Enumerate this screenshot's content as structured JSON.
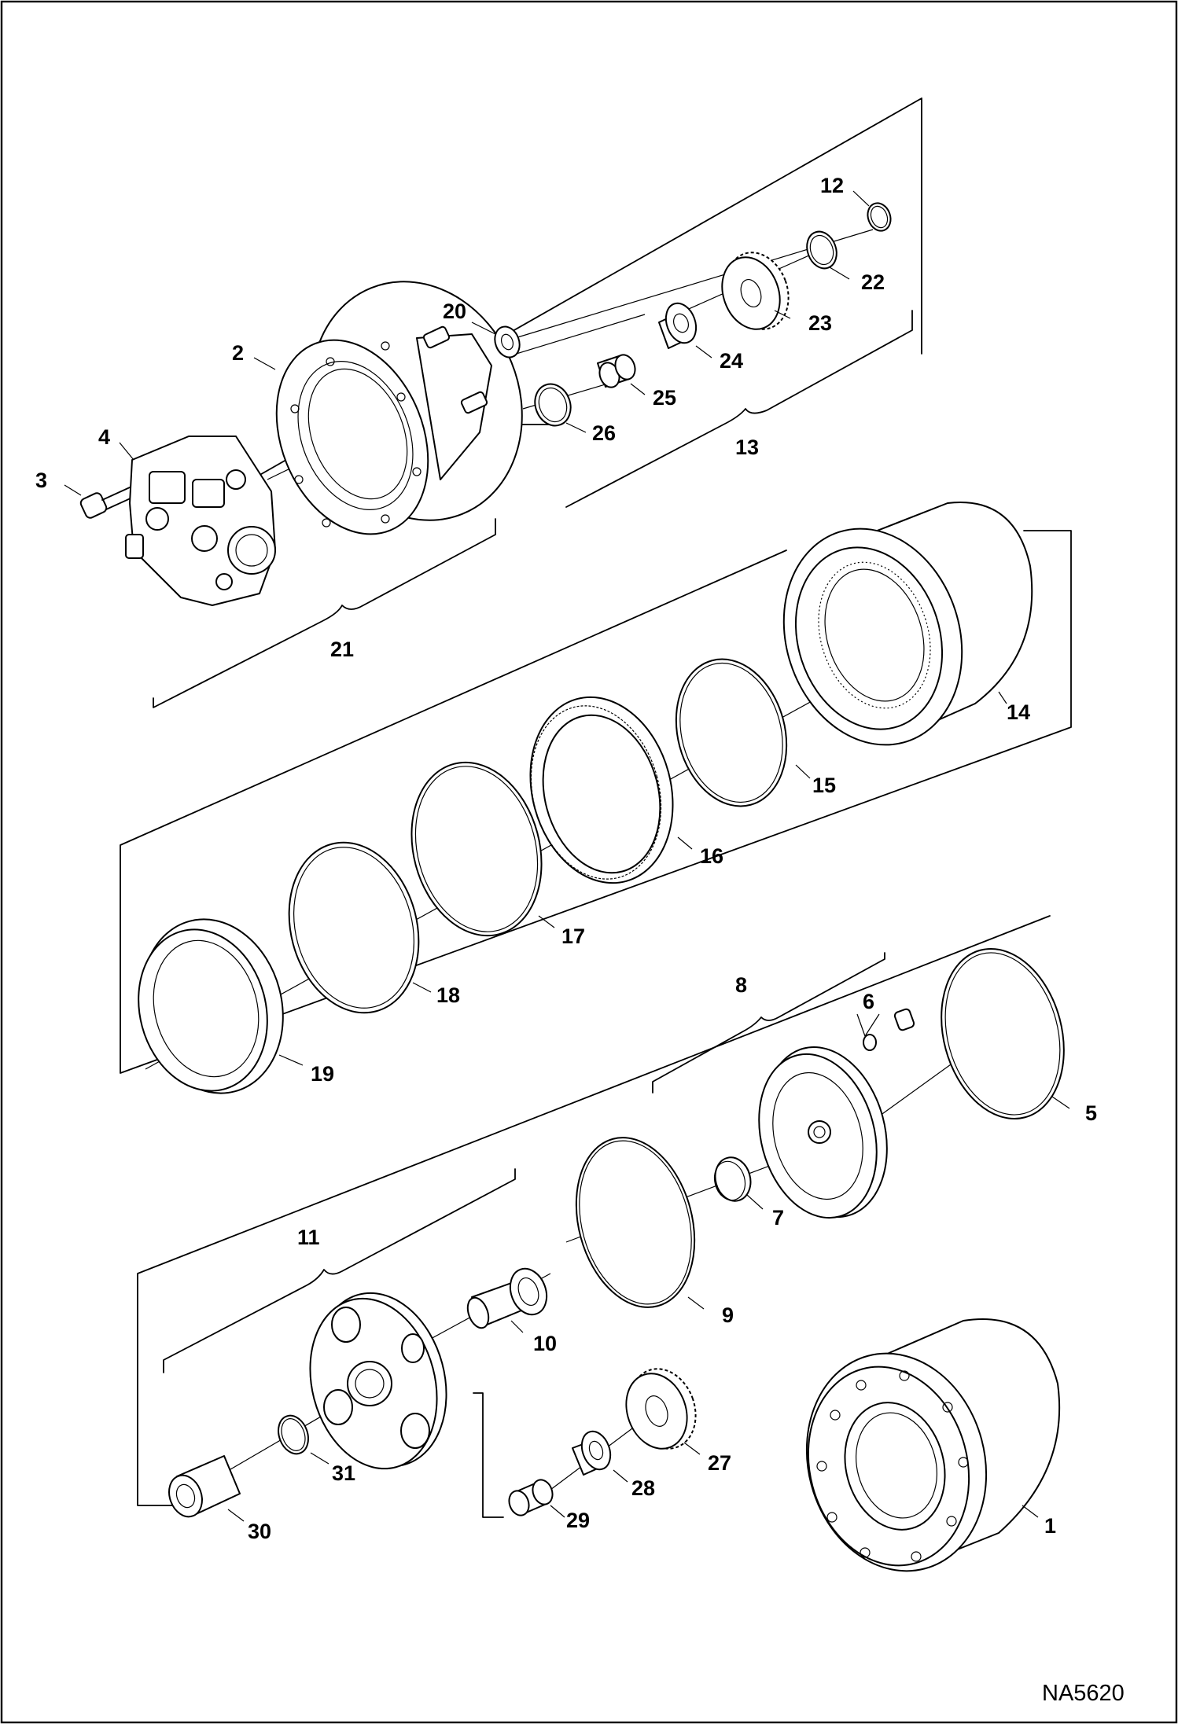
{
  "figure_id": "NA5620",
  "callouts": {
    "c1": "1",
    "c2": "2",
    "c3": "3",
    "c4": "4",
    "c5": "5",
    "c6": "6",
    "c7": "7",
    "c8": "8",
    "c9": "9",
    "c10": "10",
    "c11": "11",
    "c12": "12",
    "c13": "13",
    "c14": "14",
    "c15": "15",
    "c16": "16",
    "c17": "17",
    "c18": "18",
    "c19": "19",
    "c20": "20",
    "c21": "21",
    "c22": "22",
    "c23": "23",
    "c24": "24",
    "c25": "25",
    "c26": "26",
    "c27": "27",
    "c28": "28",
    "c29": "29",
    "c30": "30",
    "c31": "31"
  }
}
